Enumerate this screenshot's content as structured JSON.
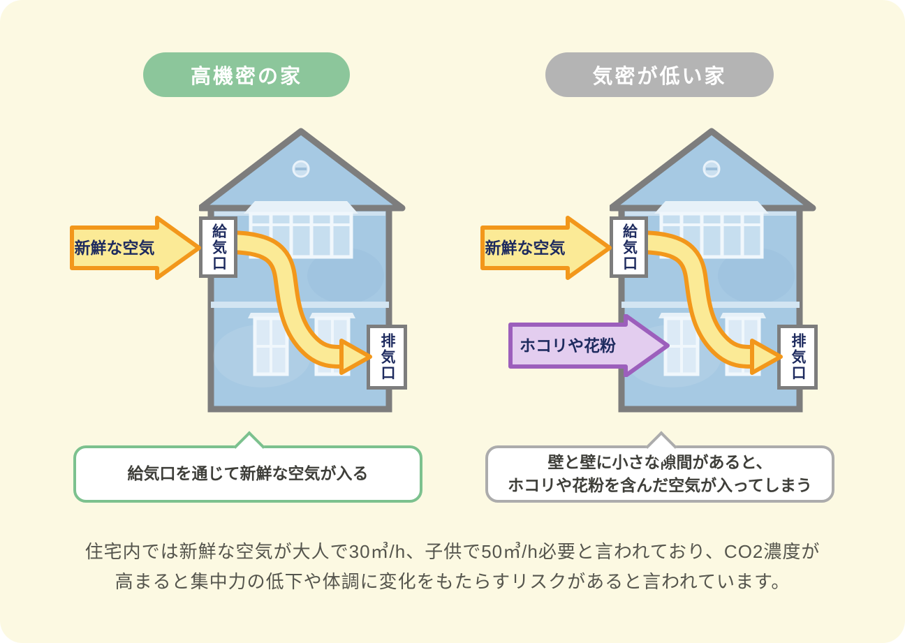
{
  "left_panel": {
    "badge": "高機密の家",
    "fresh_air": "新鮮な空気",
    "supply_port": "給気口",
    "exhaust_port": "排気口",
    "caption": "給気口を通じて新鮮な空気が入る"
  },
  "right_panel": {
    "badge": "気密が低い家",
    "fresh_air": "新鮮な空気",
    "supply_port": "給気口",
    "exhaust_port": "排気口",
    "dust_pollen": "ホコリや花粉",
    "caption_line1": "壁と壁に小さな隙間があると、",
    "caption_line2": "ホコリや花粉を含んだ空気が入ってしまう"
  },
  "footer": {
    "line1": "住宅内では新鮮な空気が大人で30㎥/h、子供で50㎥/h必要と言われており、CO2濃度が",
    "line2": "高まると集中力の低下や体調に変化をもたらすリスクがあると言われています。"
  },
  "colors": {
    "background": "#FCF9E2",
    "badge_green": "#8CC69B",
    "badge_gray": "#B4B4B4",
    "house_blue": "#A6C9E3",
    "house_outline": "#7D7D7D",
    "arrow_yellow_fill": "#FBEA96",
    "arrow_orange_border": "#F2971B",
    "dust_purple_fill": "#E3CDEF",
    "dust_purple_border": "#9C5FBC",
    "label_navy": "#1D2A5E",
    "caption_green_border": "#7CC18E",
    "caption_gray_border": "#ACACAC"
  }
}
